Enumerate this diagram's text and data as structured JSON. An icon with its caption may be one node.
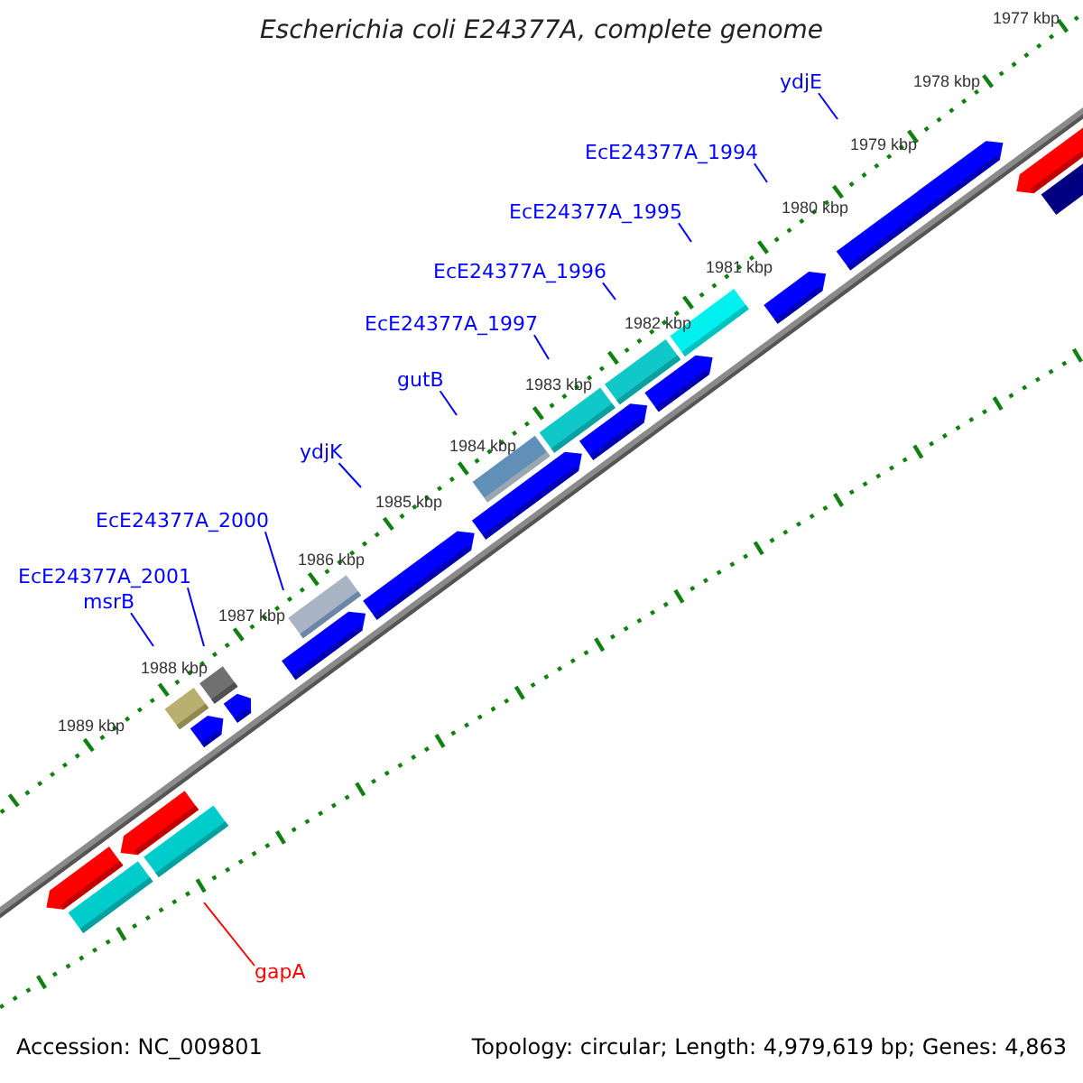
{
  "diagram": {
    "title": "Escherichia coli E24377A, complete genome",
    "nodes": [
      {
        "text": [
          "ydjE"
        ]
      },
      {
        "text": [
          "EcE24377A_1994"
        ]
      },
      {
        "text": [
          "EcE24377A_1995"
        ]
      },
      {
        "text": [
          "EcE24377A_1996"
        ]
      },
      {
        "text": [
          "EcE24377A_1997"
        ]
      },
      {
        "text": [
          "gutB"
        ]
      },
      {
        "text": [
          "ydjK"
        ]
      },
      {
        "text": [
          "EcE24377A_2000"
        ]
      },
      {
        "text": [
          "EcE24377A_2001"
        ]
      },
      {
        "text": [
          "msrB"
        ]
      },
      {
        "text": [
          "gapA"
        ]
      }
    ],
    "edges": [
      {
        "from": 0,
        "to": null,
        "arrow": "none"
      },
      {
        "from": 1,
        "to": null,
        "arrow": "none"
      },
      {
        "from": 2,
        "to": null,
        "arrow": "none"
      },
      {
        "from": 3,
        "to": null,
        "arrow": "none"
      },
      {
        "from": 4,
        "to": null,
        "arrow": "none"
      },
      {
        "from": 5,
        "to": null,
        "arrow": "none"
      },
      {
        "from": 6,
        "to": null,
        "arrow": "none"
      },
      {
        "from": 7,
        "to": null,
        "arrow": "none"
      },
      {
        "from": 8,
        "to": null,
        "arrow": "none"
      },
      {
        "from": 9,
        "to": null,
        "arrow": "none"
      },
      {
        "from": 10,
        "to": null,
        "arrow": "none",
        "color": "#ff0000"
      }
    ],
    "labels": [
      "1977 kbp",
      "1978 kbp",
      "1979 kbp",
      "1980 kbp",
      "1981 kbp",
      "1982 kbp",
      "1983 kbp",
      "1984 kbp",
      "1985 kbp",
      "1986 kbp",
      "1987 kbp",
      "1988 kbp",
      "1989 kbp",
      "Accession: NC_009801",
      "Topology: circular; Length: 4,979,619 bp; Genes: 4,863"
    ]
  }
}
